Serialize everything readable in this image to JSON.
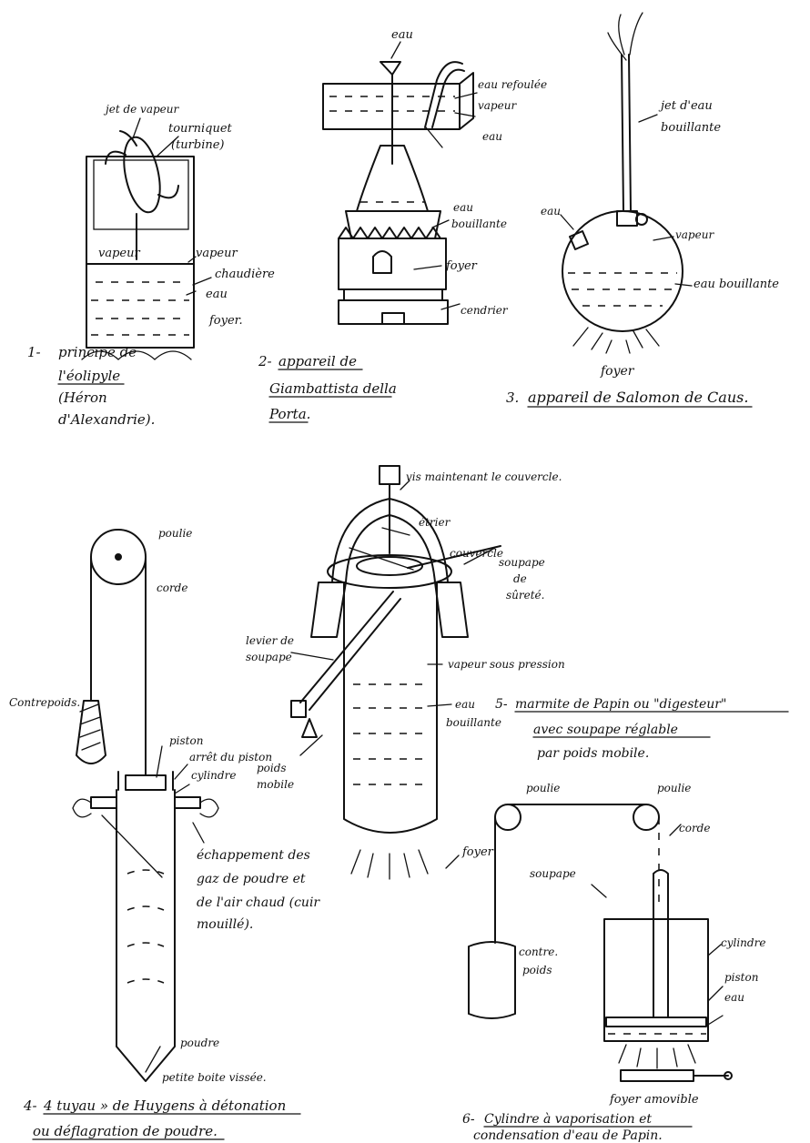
{
  "figures": [
    {
      "number": "1-",
      "caption_lines": [
        "principe de",
        "l'éolipyle",
        "(Héron",
        "d'Alexandrie)."
      ],
      "labels": {
        "jet": "jet de vapeur",
        "tourniquet": "tourniquet",
        "turbine": "(turbine)",
        "vapeur_in": "vapeur",
        "vapeur_out": "vapeur",
        "chaudiere": "chaudière",
        "eau": "eau",
        "foyer": "foyer."
      }
    },
    {
      "number": "2-",
      "caption_lines": [
        "appareil de",
        "Giambattista della",
        "Porta."
      ],
      "labels": {
        "eau_top": "eau",
        "eau_refoulee": "eau refoulée",
        "vapeur": "vapeur",
        "eau_tank": "eau",
        "eau_bouillante_1": "eau",
        "eau_bouillante_2": "bouillante",
        "foyer": "foyer",
        "cendrier": "cendrier"
      }
    },
    {
      "number": "3.",
      "caption_lines": [
        "appareil de Salomon de Caus."
      ],
      "labels": {
        "jet_1": "jet d'eau",
        "jet_2": "bouillante",
        "eau": "eau",
        "vapeur": "vapeur",
        "eau_bouillante": "eau bouillante",
        "foyer": "foyer"
      }
    },
    {
      "number": "4-",
      "caption_lines": [
        "4 tuyau » de Huygens à détonation",
        "ou déflagration de poudre."
      ],
      "labels": {
        "poulie": "poulie",
        "corde": "corde",
        "contrepoids": "Contrepoids.",
        "piston": "piston",
        "arret": "arrêt du piston",
        "cylindre": "cylindre",
        "echappement_1": "échappement des",
        "echappement_2": "gaz de poudre et",
        "echappement_3": "de l'air chaud (cuir",
        "echappement_4": "mouillé).",
        "poudre": "poudre",
        "boite": "petite boite vissée."
      }
    },
    {
      "number": "5-",
      "caption_lines": [
        "marmite de Papin ou \"digesteur\"",
        "avec soupape réglable",
        "par poids mobile."
      ],
      "labels": {
        "vis": "vis maintenant le couvercle.",
        "etrier": "étrier",
        "couvercle": "couvercle",
        "soupape_1": "soupape",
        "soupape_2": "de",
        "soupape_3": "sûreté.",
        "levier_1": "levier de",
        "levier_2": "soupape",
        "vapeur": "vapeur sous pression",
        "eau_1": "eau",
        "eau_2": "bouillante",
        "poids_1": "poids",
        "poids_2": "mobile",
        "foyer": "foyer"
      }
    },
    {
      "number": "6-",
      "caption_lines": [
        "Cylindre à vaporisation et",
        "condensation d'eau de Papin."
      ],
      "labels": {
        "poulie_l": "poulie",
        "poulie_r": "poulie",
        "corde": "corde",
        "soupape": "soupape",
        "contre_1": "contre.",
        "contre_2": "poids",
        "cylindre": "cylindre",
        "piston": "piston",
        "eau": "eau",
        "foyer": "foyer amovible"
      }
    }
  ]
}
